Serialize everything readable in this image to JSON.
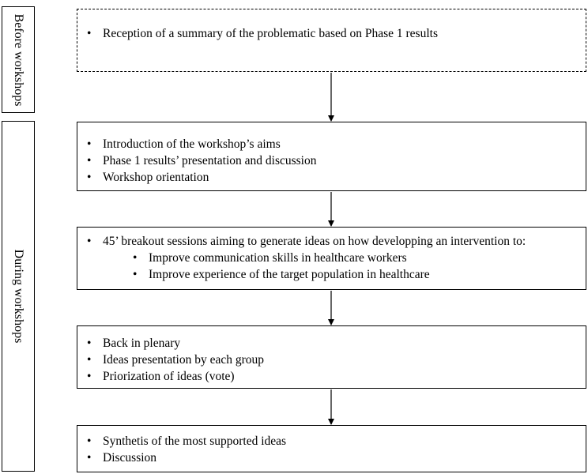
{
  "phases": [
    {
      "label": "Before workshops"
    },
    {
      "label": "During workshops"
    }
  ],
  "boxes": [
    {
      "items": [
        "Reception of a summary of the problematic based on Phase 1 results"
      ]
    },
    {
      "items": [
        "Introduction of the workshop’s aims",
        "Phase 1 results’ presentation and discussion",
        "Workshop orientation"
      ]
    },
    {
      "items": [
        "45’ breakout sessions aiming to generate ideas on how developping an intervention to:"
      ],
      "subitems": [
        "Improve communication skills in healthcare workers",
        "Improve experience of the target population in healthcare"
      ]
    },
    {
      "items": [
        "Back in plenary",
        "Ideas presentation by each group",
        "Priorization of ideas (vote)"
      ]
    },
    {
      "items": [
        "Synthetis of the most supported ideas",
        "Discussion"
      ]
    }
  ]
}
